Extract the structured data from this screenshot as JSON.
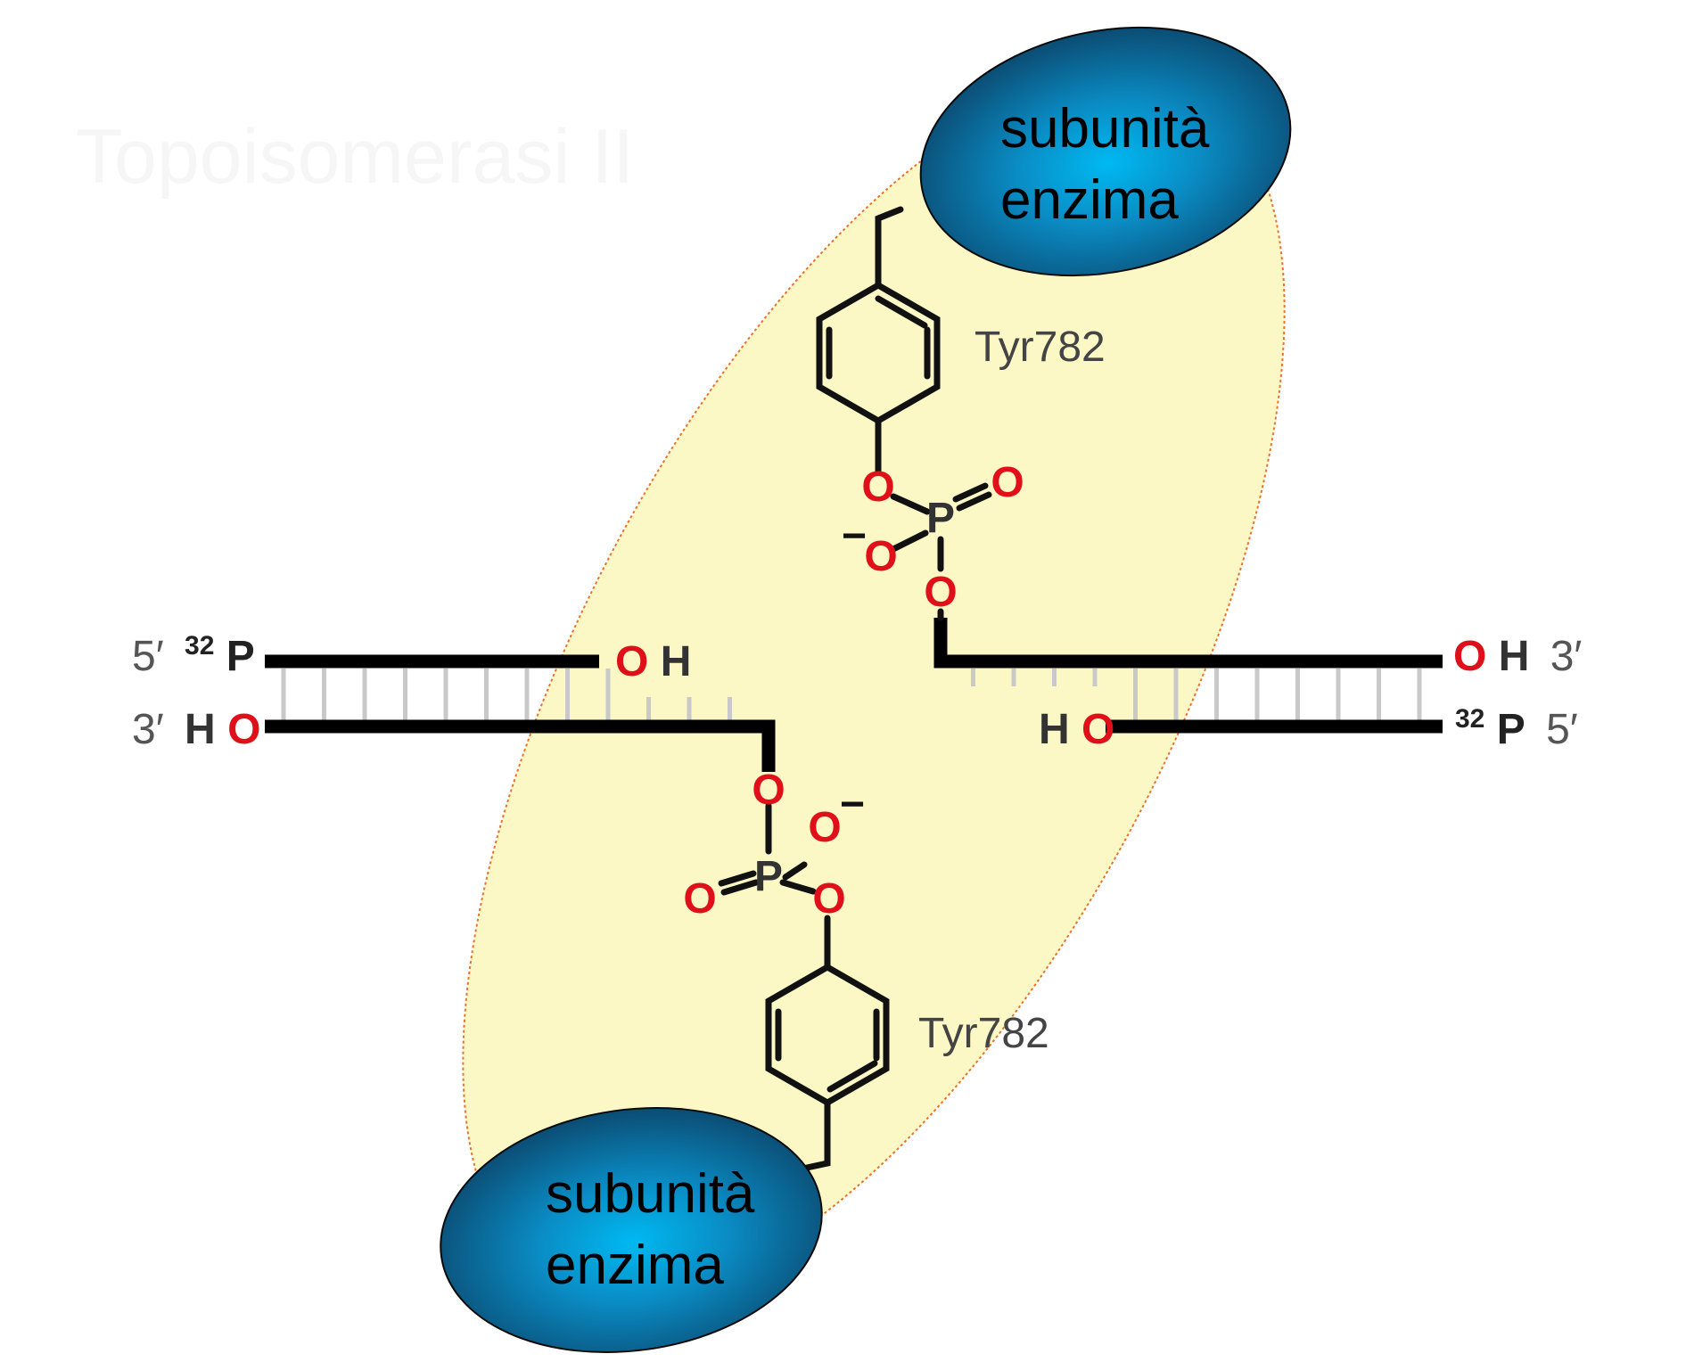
{
  "title": "Topoisomerasi II",
  "colors": {
    "oval_fill": "#fcf8c6",
    "oval_border": "#e8742a",
    "subunit_dark": "#0b4c73",
    "subunit_light": "#00b9f2",
    "oxygen": "#e0101a",
    "bond": "#111111",
    "dna": "#000000",
    "base_pairs": "#c9c9c9"
  },
  "subunits": {
    "top": {
      "line1": "subunità",
      "line2": "enzima"
    },
    "bottom": {
      "line1": "subunità",
      "line2": "enzima"
    }
  },
  "tyrosines": {
    "top": "Tyr782",
    "bottom": "Tyr782"
  },
  "phosphate": {
    "P": "P",
    "O": "O",
    "minus": "−"
  },
  "dna": {
    "left_top": {
      "end": "5′",
      "isotope": "32",
      "atom": "P",
      "terminal_O": "O",
      "terminal_H": "H"
    },
    "left_bottom": {
      "end": "3′",
      "H": "H",
      "O": "O"
    },
    "right_top": {
      "O": "O",
      "H": "H",
      "end": "3′"
    },
    "right_bottom": {
      "H": "H",
      "O": "O",
      "isotope": "32",
      "atom": "P",
      "end": "5′"
    }
  }
}
